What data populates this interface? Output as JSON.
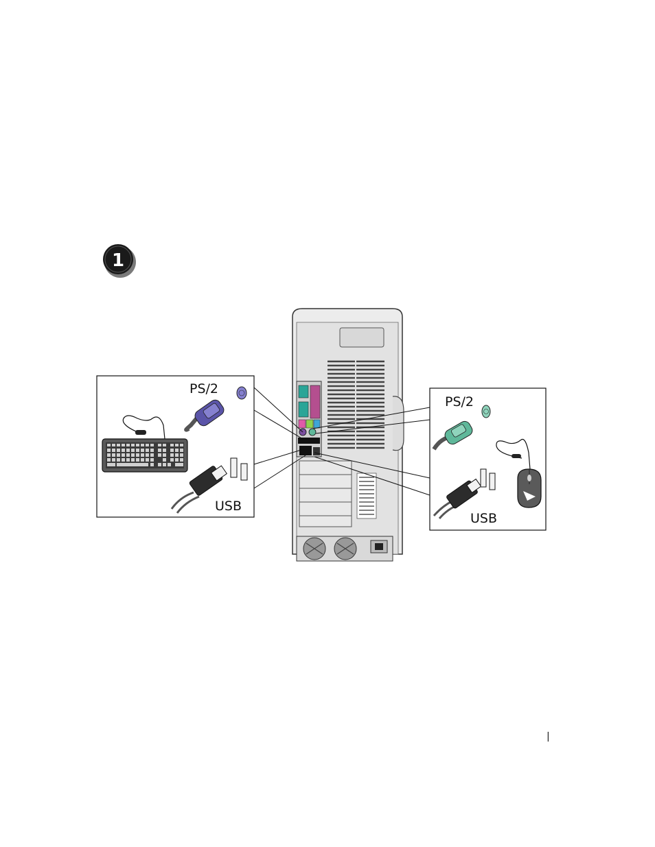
{
  "step": {
    "number": "1"
  },
  "left_callout": {
    "ps2_label": "PS/2",
    "usb_label": "USB",
    "device": "keyboard",
    "connector_color": "#5a54a8",
    "icon": "keyboard-icon"
  },
  "right_callout": {
    "ps2_label": "PS/2",
    "usb_label": "USB",
    "device": "mouse",
    "connector_color": "#5fb89a",
    "icon": "mouse-icon"
  },
  "colors": {
    "chassis": "#eeeeee",
    "outline": "#333333",
    "io_teal": "#2aa597",
    "io_purple": "#7b4fa0",
    "io_pink": "#e05aa8"
  },
  "page_marker": "|"
}
